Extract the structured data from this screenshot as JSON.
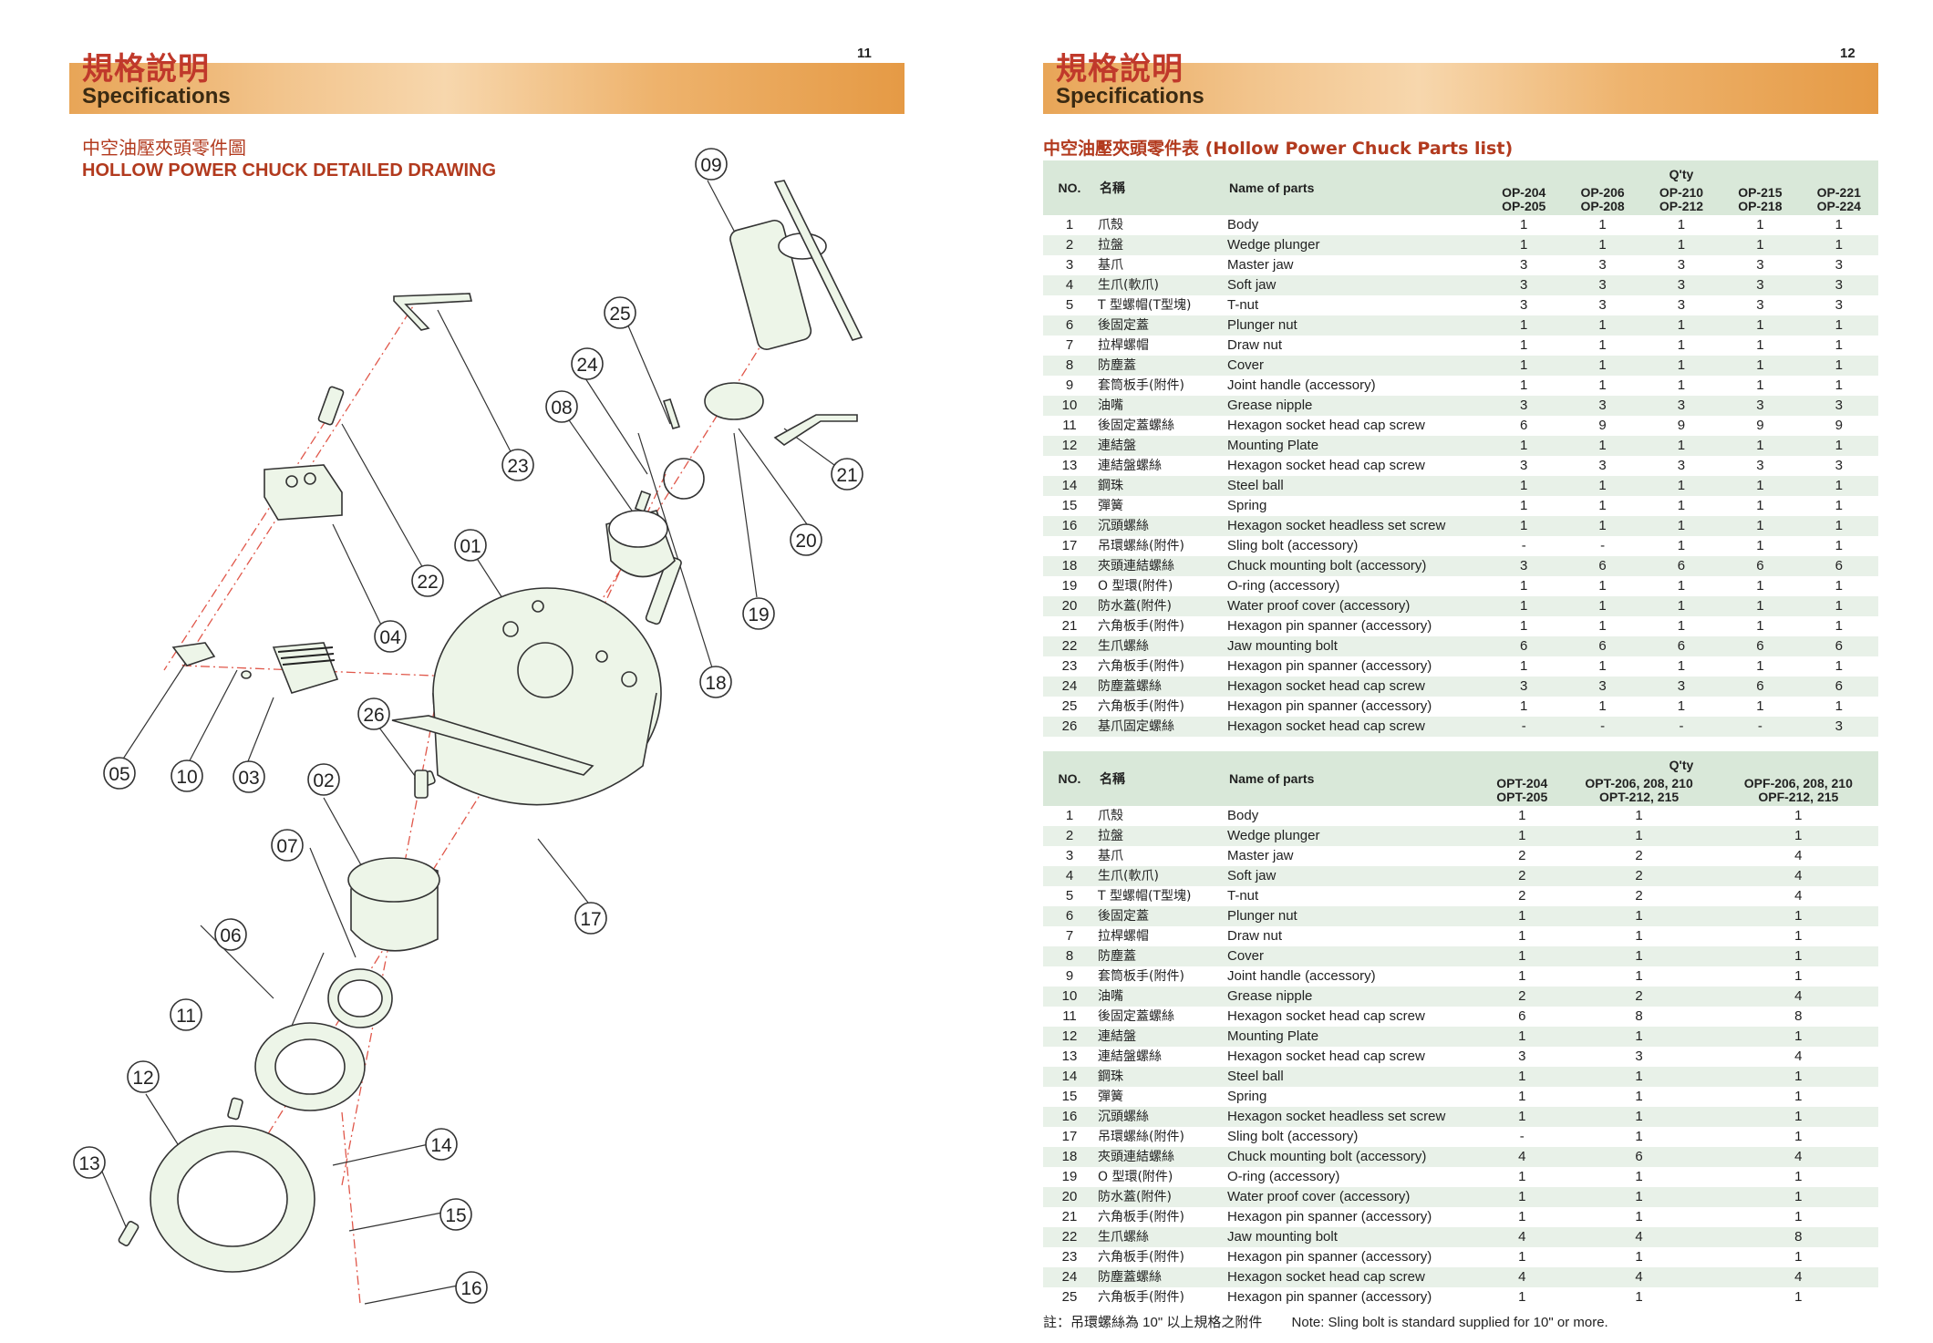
{
  "left": {
    "title_cn": "規格說明",
    "title_en": "Specifications",
    "page_number": "11",
    "drawing_title_cn": "中空油壓夾頭零件圖",
    "drawing_title_en": "HOLLOW POWER CHUCK DETAILED DRAWING",
    "callouts": [
      "01",
      "02",
      "03",
      "04",
      "05",
      "06",
      "07",
      "08",
      "09",
      "10",
      "11",
      "12",
      "13",
      "14",
      "15",
      "16",
      "17",
      "18",
      "19",
      "20",
      "21",
      "22",
      "23",
      "24",
      "25",
      "26"
    ]
  },
  "right": {
    "title_cn": "規格說明",
    "title_en": "Specifications",
    "page_number": "12",
    "list_title": "中空油壓夾頭零件表 (Hollow Power Chuck Parts list)",
    "table1": {
      "qty_label": "Q'ty",
      "headers": {
        "no": "NO.",
        "cn": "名稱",
        "en": "Name of parts"
      },
      "models": [
        [
          "OP-204",
          "OP-205"
        ],
        [
          "OP-206",
          "OP-208"
        ],
        [
          "OP-210",
          "OP-212"
        ],
        [
          "OP-215",
          "OP-218"
        ],
        [
          "OP-221",
          "OP-224"
        ]
      ],
      "rows": [
        [
          "1",
          "爪殼",
          "Body",
          "1",
          "1",
          "1",
          "1",
          "1"
        ],
        [
          "2",
          "拉盤",
          "Wedge plunger",
          "1",
          "1",
          "1",
          "1",
          "1"
        ],
        [
          "3",
          "基爪",
          "Master jaw",
          "3",
          "3",
          "3",
          "3",
          "3"
        ],
        [
          "4",
          "生爪(軟爪)",
          "Soft jaw",
          "3",
          "3",
          "3",
          "3",
          "3"
        ],
        [
          "5",
          "T 型螺帽(T型塊)",
          "T-nut",
          "3",
          "3",
          "3",
          "3",
          "3"
        ],
        [
          "6",
          "後固定蓋",
          "Plunger nut",
          "1",
          "1",
          "1",
          "1",
          "1"
        ],
        [
          "7",
          "拉桿螺帽",
          "Draw nut",
          "1",
          "1",
          "1",
          "1",
          "1"
        ],
        [
          "8",
          "防塵蓋",
          "Cover",
          "1",
          "1",
          "1",
          "1",
          "1"
        ],
        [
          "9",
          "套筒板手(附件)",
          "Joint handle (accessory)",
          "1",
          "1",
          "1",
          "1",
          "1"
        ],
        [
          "10",
          "油嘴",
          "Grease nipple",
          "3",
          "3",
          "3",
          "3",
          "3"
        ],
        [
          "11",
          "後固定蓋螺絲",
          "Hexagon socket head cap screw",
          "6",
          "9",
          "9",
          "9",
          "9"
        ],
        [
          "12",
          "連結盤",
          "Mounting Plate",
          "1",
          "1",
          "1",
          "1",
          "1"
        ],
        [
          "13",
          "連結盤螺絲",
          "Hexagon socket head cap screw",
          "3",
          "3",
          "3",
          "3",
          "3"
        ],
        [
          "14",
          "鋼珠",
          "Steel ball",
          "1",
          "1",
          "1",
          "1",
          "1"
        ],
        [
          "15",
          "彈簧",
          "Spring",
          "1",
          "1",
          "1",
          "1",
          "1"
        ],
        [
          "16",
          "沉頭螺絲",
          "Hexagon socket headless set screw",
          "1",
          "1",
          "1",
          "1",
          "1"
        ],
        [
          "17",
          "吊環螺絲(附件)",
          "Sling bolt (accessory)",
          "-",
          "-",
          "1",
          "1",
          "1"
        ],
        [
          "18",
          "夾頭連結螺絲",
          "Chuck mounting bolt (accessory)",
          "3",
          "6",
          "6",
          "6",
          "6"
        ],
        [
          "19",
          "O 型環(附件)",
          "O-ring (accessory)",
          "1",
          "1",
          "1",
          "1",
          "1"
        ],
        [
          "20",
          "防水蓋(附件)",
          "Water proof cover (accessory)",
          "1",
          "1",
          "1",
          "1",
          "1"
        ],
        [
          "21",
          "六角板手(附件)",
          "Hexagon pin spanner (accessory)",
          "1",
          "1",
          "1",
          "1",
          "1"
        ],
        [
          "22",
          "生爪螺絲",
          "Jaw mounting bolt",
          "6",
          "6",
          "6",
          "6",
          "6"
        ],
        [
          "23",
          "六角板手(附件)",
          "Hexagon pin spanner (accessory)",
          "1",
          "1",
          "1",
          "1",
          "1"
        ],
        [
          "24",
          "防塵蓋螺絲",
          "Hexagon socket head cap screw",
          "3",
          "3",
          "3",
          "6",
          "6"
        ],
        [
          "25",
          "六角板手(附件)",
          "Hexagon pin spanner (accessory)",
          "1",
          "1",
          "1",
          "1",
          "1"
        ],
        [
          "26",
          "基爪固定螺絲",
          "Hexagon socket head cap screw",
          "-",
          "-",
          "-",
          "-",
          "3"
        ]
      ]
    },
    "table2": {
      "qty_label": "Q'ty",
      "headers": {
        "no": "NO.",
        "cn": "名稱",
        "en": "Name of parts"
      },
      "models": [
        [
          "OPT-204",
          "OPT-205"
        ],
        [
          "OPT-206, 208, 210",
          "OPT-212, 215"
        ],
        [
          "OPF-206, 208, 210",
          "OPF-212, 215"
        ]
      ],
      "rows": [
        [
          "1",
          "爪殼",
          "Body",
          "1",
          "1",
          "1"
        ],
        [
          "2",
          "拉盤",
          "Wedge plunger",
          "1",
          "1",
          "1"
        ],
        [
          "3",
          "基爪",
          "Master jaw",
          "2",
          "2",
          "4"
        ],
        [
          "4",
          "生爪(軟爪)",
          "Soft jaw",
          "2",
          "2",
          "4"
        ],
        [
          "5",
          "T 型螺帽(T型塊)",
          "T-nut",
          "2",
          "2",
          "4"
        ],
        [
          "6",
          "後固定蓋",
          "Plunger nut",
          "1",
          "1",
          "1"
        ],
        [
          "7",
          "拉桿螺帽",
          "Draw nut",
          "1",
          "1",
          "1"
        ],
        [
          "8",
          "防塵蓋",
          "Cover",
          "1",
          "1",
          "1"
        ],
        [
          "9",
          "套筒板手(附件)",
          "Joint handle (accessory)",
          "1",
          "1",
          "1"
        ],
        [
          "10",
          "油嘴",
          "Grease nipple",
          "2",
          "2",
          "4"
        ],
        [
          "11",
          "後固定蓋螺絲",
          "Hexagon socket head cap screw",
          "6",
          "8",
          "8"
        ],
        [
          "12",
          "連結盤",
          "Mounting Plate",
          "1",
          "1",
          "1"
        ],
        [
          "13",
          "連結盤螺絲",
          "Hexagon socket head cap screw",
          "3",
          "3",
          "4"
        ],
        [
          "14",
          "鋼珠",
          "Steel ball",
          "1",
          "1",
          "1"
        ],
        [
          "15",
          "彈簧",
          "Spring",
          "1",
          "1",
          "1"
        ],
        [
          "16",
          "沉頭螺絲",
          "Hexagon socket headless set screw",
          "1",
          "1",
          "1"
        ],
        [
          "17",
          "吊環螺絲(附件)",
          "Sling bolt (accessory)",
          "-",
          "1",
          "1"
        ],
        [
          "18",
          "夾頭連結螺絲",
          "Chuck mounting bolt (accessory)",
          "4",
          "6",
          "4"
        ],
        [
          "19",
          "O 型環(附件)",
          "O-ring (accessory)",
          "1",
          "1",
          "1"
        ],
        [
          "20",
          "防水蓋(附件)",
          "Water proof cover (accessory)",
          "1",
          "1",
          "1"
        ],
        [
          "21",
          "六角板手(附件)",
          "Hexagon pin spanner (accessory)",
          "1",
          "1",
          "1"
        ],
        [
          "22",
          "生爪螺絲",
          "Jaw mounting bolt",
          "4",
          "4",
          "8"
        ],
        [
          "23",
          "六角板手(附件)",
          "Hexagon pin spanner (accessory)",
          "1",
          "1",
          "1"
        ],
        [
          "24",
          "防塵蓋螺絲",
          "Hexagon socket head cap screw",
          "4",
          "4",
          "4"
        ],
        [
          "25",
          "六角板手(附件)",
          "Hexagon pin spanner (accessory)",
          "1",
          "1",
          "1"
        ]
      ]
    },
    "note_cn": "註：吊環螺絲為 10\" 以上規格之附件",
    "note_en": "Note: Sling bolt is standard supplied for 10\" or more."
  }
}
